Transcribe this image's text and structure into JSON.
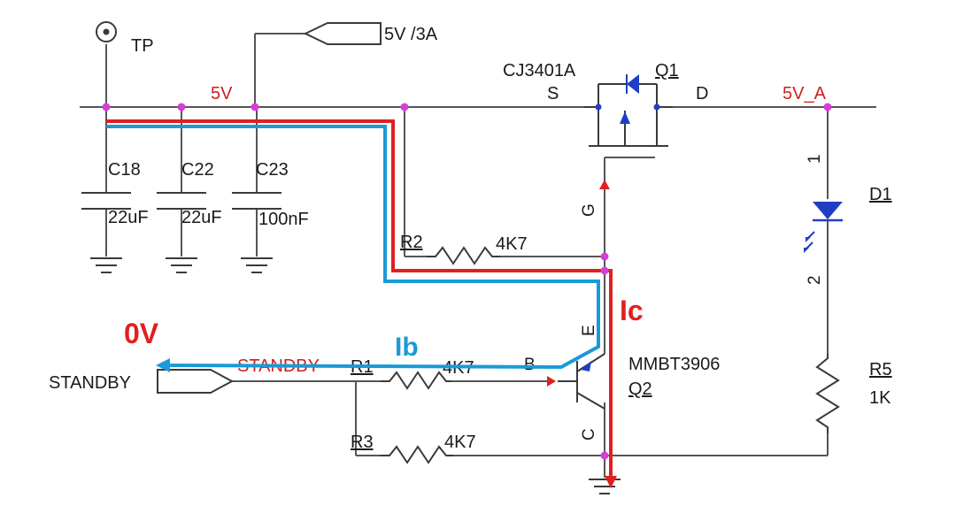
{
  "labels": {
    "tp": "TP",
    "net_5v": "5V",
    "port_5v3a": "5V /3A",
    "q1_part": "CJ3401A",
    "q1_ref": "Q1",
    "q1_s": "S",
    "q1_d": "D",
    "q1_g": "G",
    "net_5v_a": "5V_A",
    "c18_ref": "C18",
    "c18_val": "22uF",
    "c22_ref": "C22",
    "c22_val": "22uF",
    "c23_ref": "C23",
    "c23_val": "100nF",
    "r2_ref": "R2",
    "r2_val": "4K7",
    "r1_ref": "R1",
    "r1_val": "4K7",
    "r3_ref": "R3",
    "r3_val": "4K7",
    "q2_part": "MMBT3906",
    "q2_ref": "Q2",
    "q2_b": "B",
    "q2_c": "C",
    "q2_e": "E",
    "d1_ref": "D1",
    "d1_pin1": "1",
    "d1_pin2": "2",
    "r5_ref": "R5",
    "r5_val": "1K",
    "standby_port": "STANDBY",
    "standby_net": "STANDBY"
  },
  "annotations": {
    "zero_v": "0V",
    "ib": "Ib",
    "ic": "Ic"
  },
  "colors": {
    "wire": "#555555",
    "junction": "#d63fd6",
    "component_blue": "#1f3ec4",
    "ic_path": "#e02020",
    "ib_path": "#1a9ad6"
  }
}
